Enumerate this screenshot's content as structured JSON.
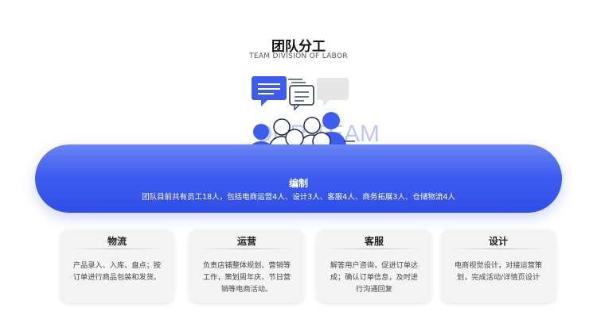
{
  "header": {
    "title": "团队分工",
    "subtitle": "TEAM DIVISION OF LABOR"
  },
  "illustration": {
    "watermark_text": "OUR TEAM",
    "colors": {
      "blue": "#3e5df0",
      "white": "#ffffff",
      "outline": "#1f2b55"
    }
  },
  "staffing": {
    "title": "编制",
    "description": "团队目前共有员工18人，包括电商运营4人、设计3人、客服4人、商务拓展3人、仓储物流4人"
  },
  "cards": [
    {
      "title": "物流",
      "lines": [
        "产品录入、入库、盘点；按",
        "订单进行商品包装和发货。"
      ]
    },
    {
      "title": "运营",
      "lines": [
        "负责店铺整体规划、营销等",
        "工作，策划周年庆、节日营",
        "销等电商活动。"
      ]
    },
    {
      "title": "客服",
      "lines": [
        "解答用户咨询，促进订单达",
        "成；确认订单信息，及时进",
        "行沟通回复"
      ]
    },
    {
      "title": "设计",
      "lines": [
        "电商视觉设计，对接运营策",
        "划，完成活动/详情页设计"
      ]
    }
  ],
  "theme": {
    "accent": "#3e5df0",
    "card_bg": "#f4f4f4"
  }
}
